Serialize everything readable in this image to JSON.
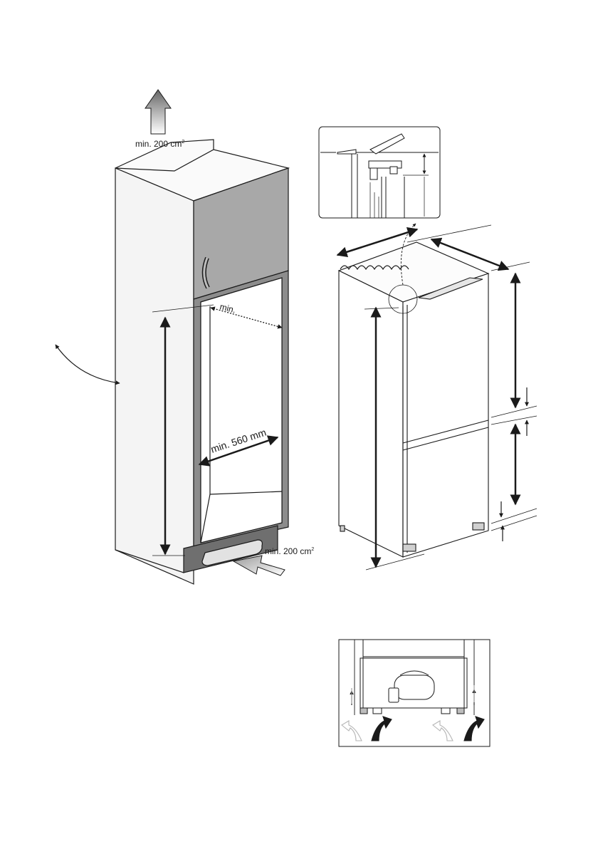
{
  "labels": {
    "vent_top": "min. 200 cm",
    "vent_top_exp": "2",
    "vent_bottom": "min. 200 cm",
    "vent_bottom_exp": "2",
    "depth_min": "min.",
    "width_min": "min. 560 mm"
  },
  "colors": {
    "line": "#1a1a1a",
    "door_panel": "#a8a8a8",
    "cabinet_frame": "#8c8c8c",
    "plinth": "#6f6f6f",
    "arrow_fill": "#d9d9d9"
  },
  "icons": {
    "vent_up": "up-arrow-icon",
    "vent_in": "diagonal-arrow-icon",
    "door_swing": "curved-arrow-icon"
  }
}
